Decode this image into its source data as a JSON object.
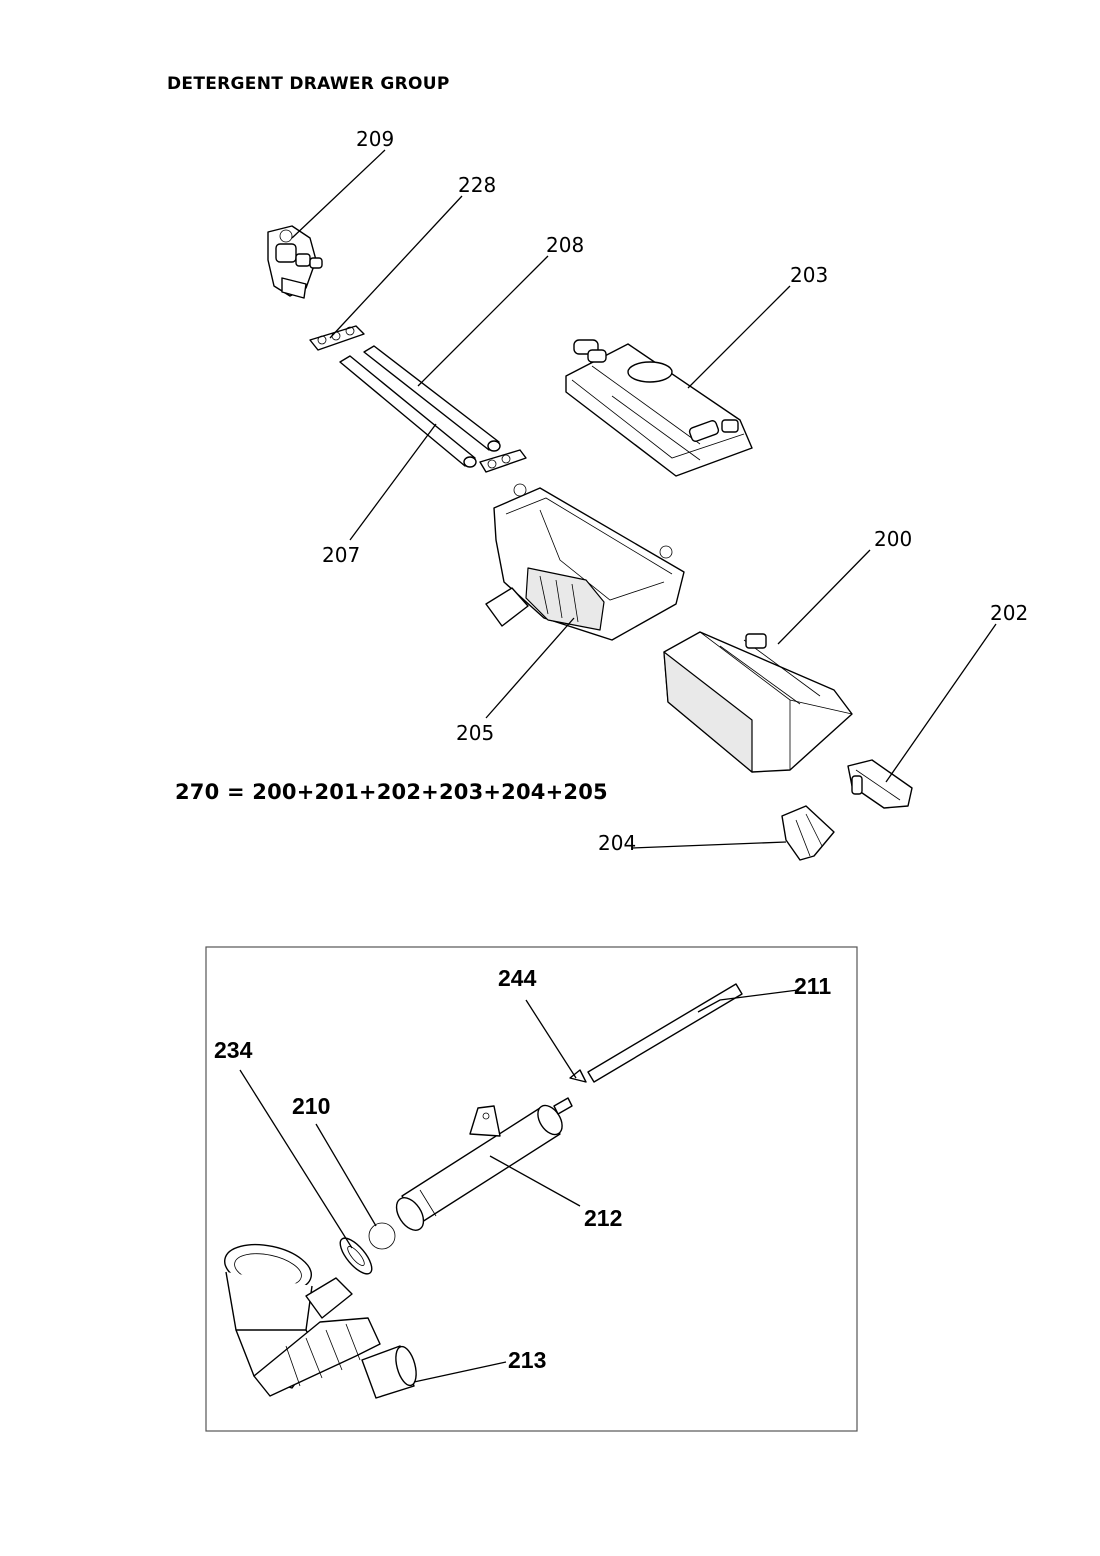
{
  "header": {
    "title": "DETERGENT DRAWER GROUP"
  },
  "formula": "270 = 200+201+202+203+204+205",
  "drawer_labels": {
    "p209": "209",
    "p228": "228",
    "p208": "208",
    "p203": "203",
    "p207": "207",
    "p200": "200",
    "p202": "202",
    "p205": "205",
    "p204": "204"
  },
  "hose_labels": {
    "p244": "244",
    "p211": "211",
    "p234": "234",
    "p210": "210",
    "p212": "212",
    "p213": "213"
  }
}
